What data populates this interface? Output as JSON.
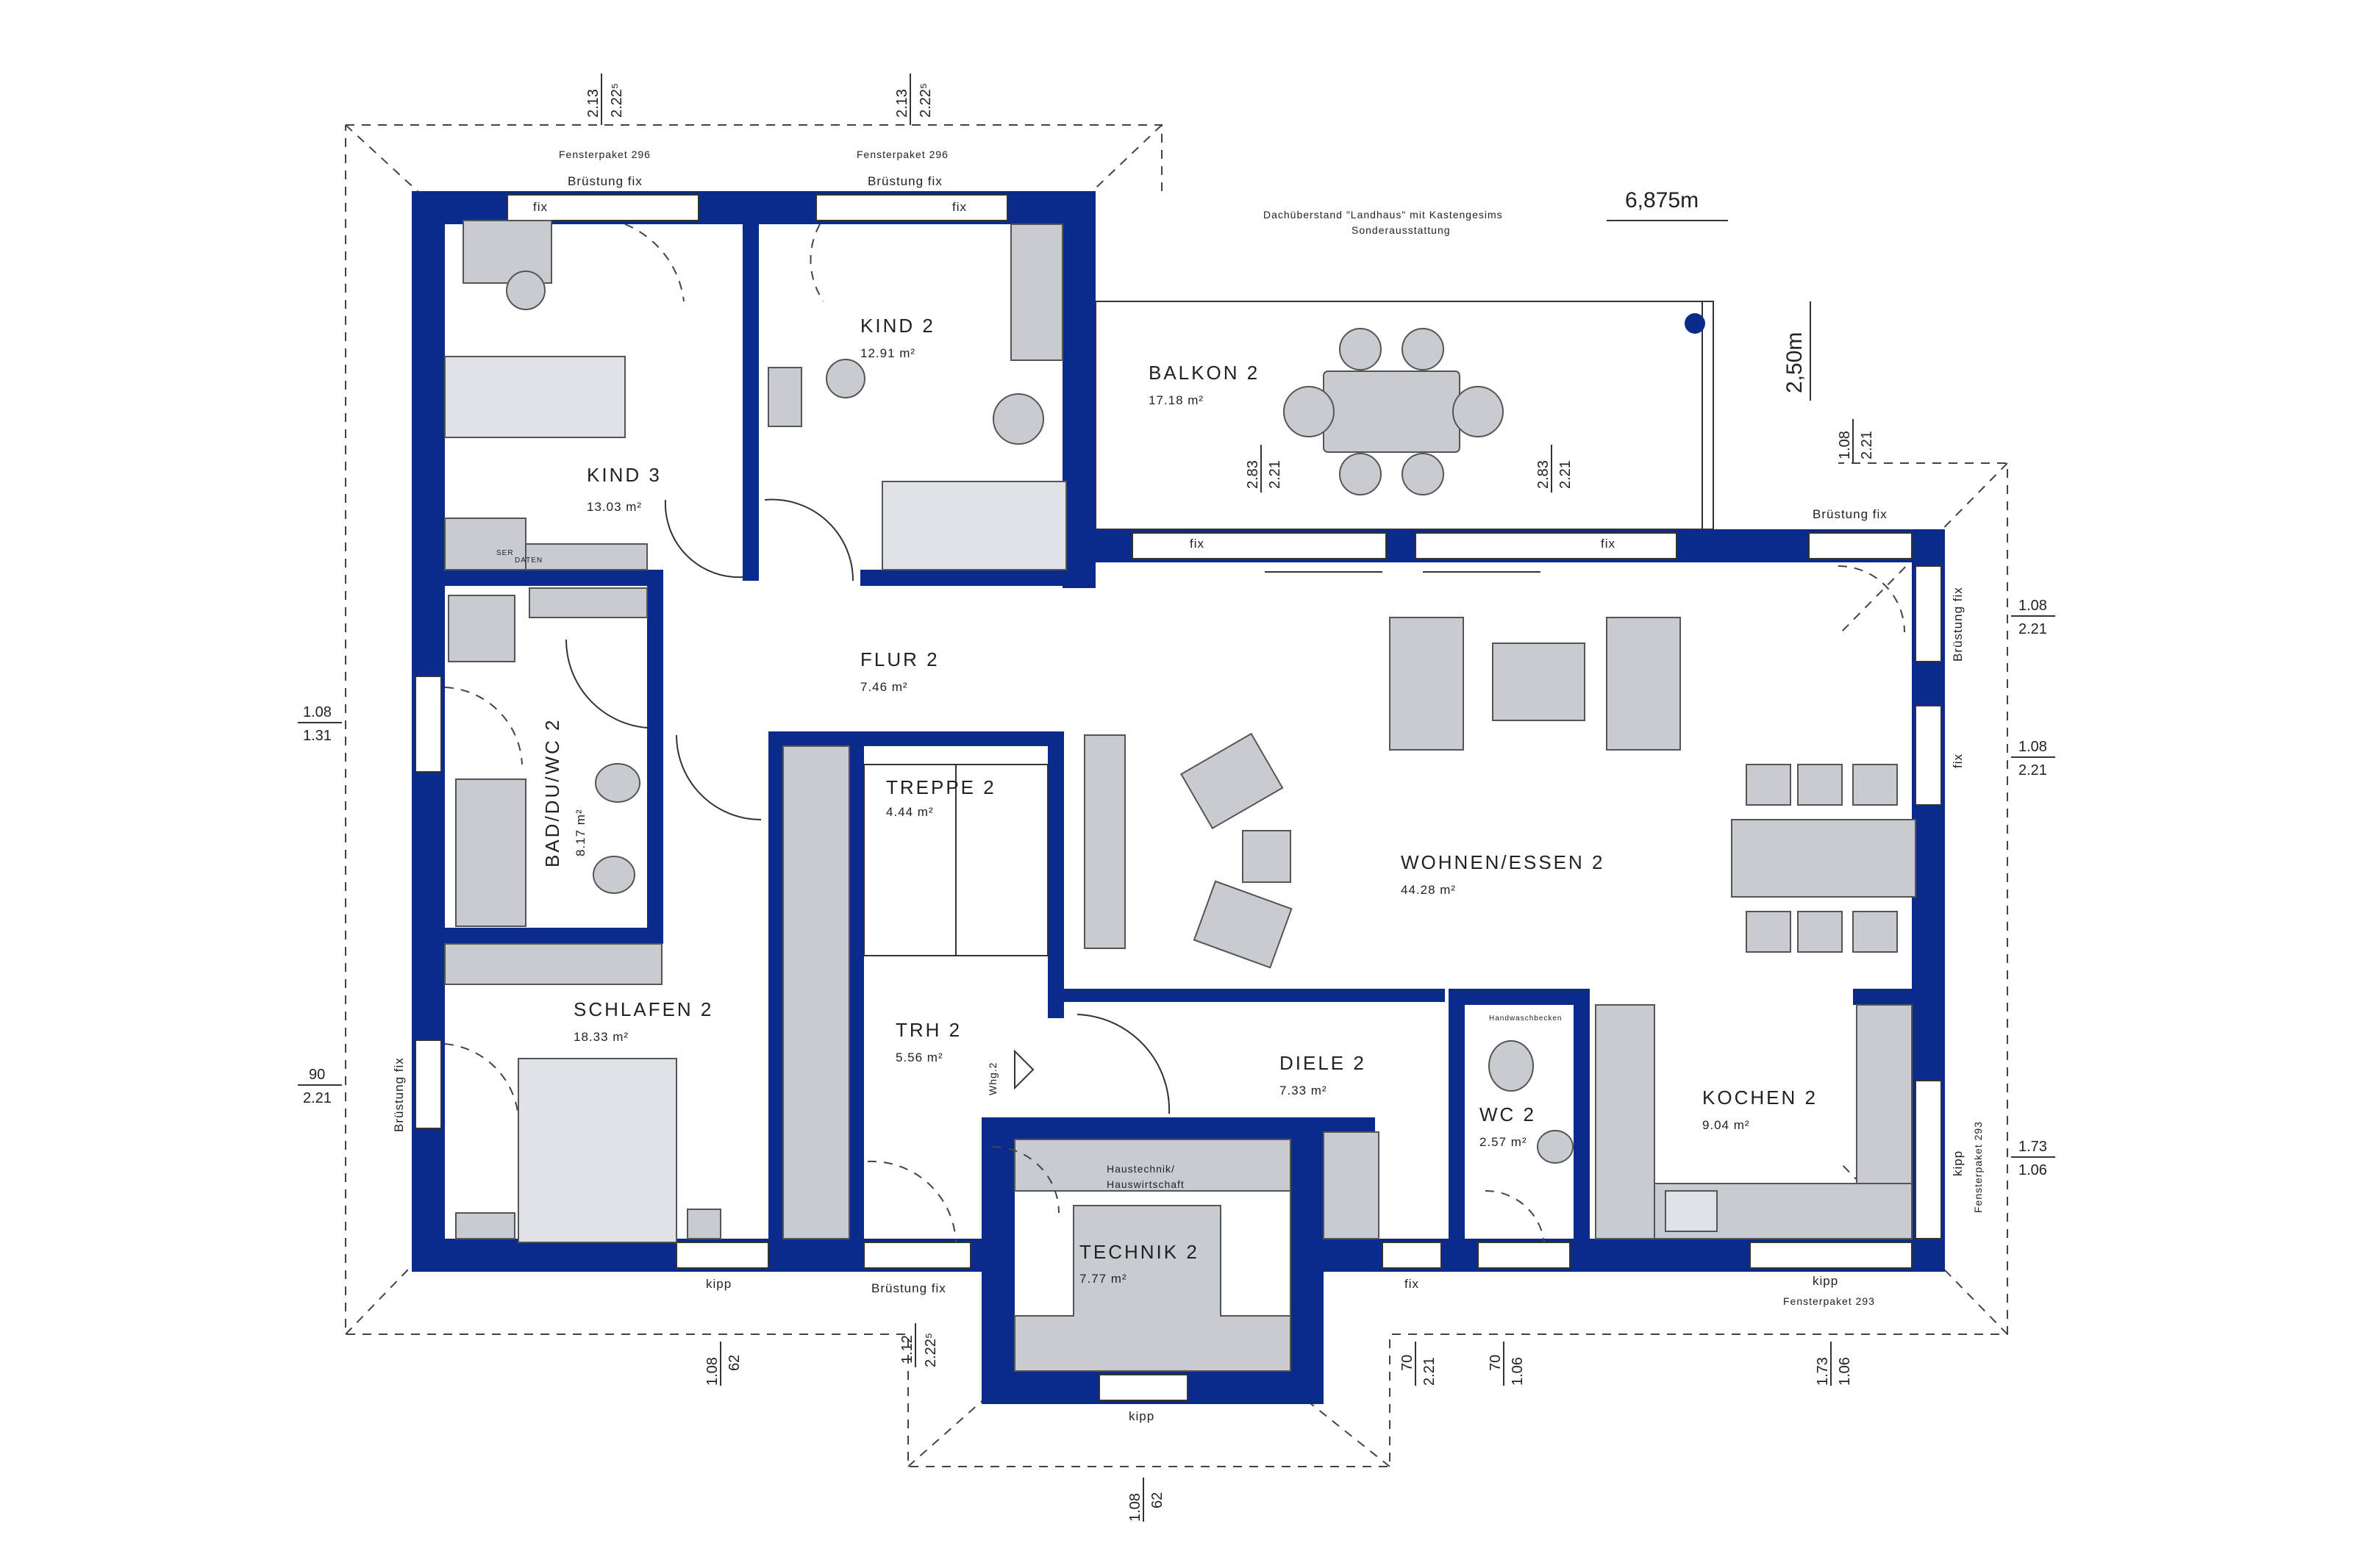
{
  "rooms": {
    "kind3": {
      "name": "KIND 3",
      "area": "13.03 m²"
    },
    "kind2": {
      "name": "KIND 2",
      "area": "12.91 m²"
    },
    "balkon": {
      "name": "BALKON 2",
      "area": "17.18 m²"
    },
    "flur": {
      "name": "FLUR 2",
      "area": "7.46 m²"
    },
    "bad": {
      "name": "BAD/DU/WC 2",
      "area": "8.17 m²"
    },
    "treppe": {
      "name": "TREPPE 2",
      "area": "4.44 m²"
    },
    "wohnen": {
      "name": "WOHNEN/ESSEN 2",
      "area": "44.28 m²"
    },
    "schlafen": {
      "name": "SCHLAFEN 2",
      "area": "18.33 m²"
    },
    "trh": {
      "name": "TRH 2",
      "area": "5.56 m²"
    },
    "diele": {
      "name": "DIELE 2",
      "area": "7.33 m²"
    },
    "wc": {
      "name": "WC 2",
      "area": "2.57 m²"
    },
    "kochen": {
      "name": "KOCHEN 2",
      "area": "9.04 m²"
    },
    "technik": {
      "name": "TECHNIK 2",
      "area": "7.77 m²"
    }
  },
  "labels": {
    "fensterpaket_296_a": "Fensterpaket 296",
    "fensterpaket_296_b": "Fensterpaket 296",
    "bruestung_fix_a": "Brüstung fix",
    "bruestung_fix_b": "Brüstung fix",
    "bruestung_fix_c": "Brüstung fix",
    "bruestung_fix_d": "Brüstung fix",
    "bruestung_fix_e": "Brüstung fix",
    "bruestung_fix_f": "Brüstung fix",
    "fix_a": "fix",
    "fix_b": "fix",
    "fix_c": "fix",
    "fix_d": "fix",
    "fix_e": "fix",
    "fix_f": "fix",
    "kipp_a": "kipp",
    "kipp_b": "kipp",
    "kipp_c": "kipp",
    "kipp_d": "kipp",
    "fensterpaket_293_a": "Fensterpaket 293",
    "fensterpaket_293_b": "Fensterpaket 293",
    "dachueberstand": "Dachüberstand \"Landhaus\" mit Kastengesims",
    "sonderausstattung": "Sonderausstattung",
    "overhang_width": "6,875m",
    "overhang_depth": "2,50m",
    "haustechnik": "Haustechnik/",
    "hauswirtschaft": "Hauswirtschaft",
    "whg": "Whg.2",
    "handwaschbecken": "Handwaschbecken",
    "ser_a": "SER",
    "ser_b": "DATEN"
  },
  "dimensions": {
    "top1_a": "2.13",
    "top1_b": "2.22⁵",
    "top2_a": "2.13",
    "top2_b": "2.22⁵",
    "balkon1_a": "2.83",
    "balkon1_b": "2.21",
    "balkon2_a": "2.83",
    "balkon2_b": "2.21",
    "right_top_a": "1.08",
    "right_top_b": "2.21",
    "right1_a": "1.08",
    "right1_b": "2.21",
    "right2_a": "1.08",
    "right2_b": "2.21",
    "right3_a": "1.73",
    "right3_b": "1.06",
    "left1_a": "1.08",
    "left1_b": "1.31",
    "left2_a": "90",
    "left2_b": "2.21",
    "bot1_a": "1.08",
    "bot1_b": "62",
    "bot2_a": "1.12",
    "bot2_b": "2.22⁵",
    "bot3_a": "70",
    "bot3_b": "2.21",
    "bot4_a": "70",
    "bot4_b": "1.06",
    "bot5_a": "1.73",
    "bot5_b": "1.06",
    "bot6_a": "1.08",
    "bot6_b": "62"
  },
  "colors": {
    "wall": "#0a2a8c",
    "furniture": "#c8ccd1"
  }
}
